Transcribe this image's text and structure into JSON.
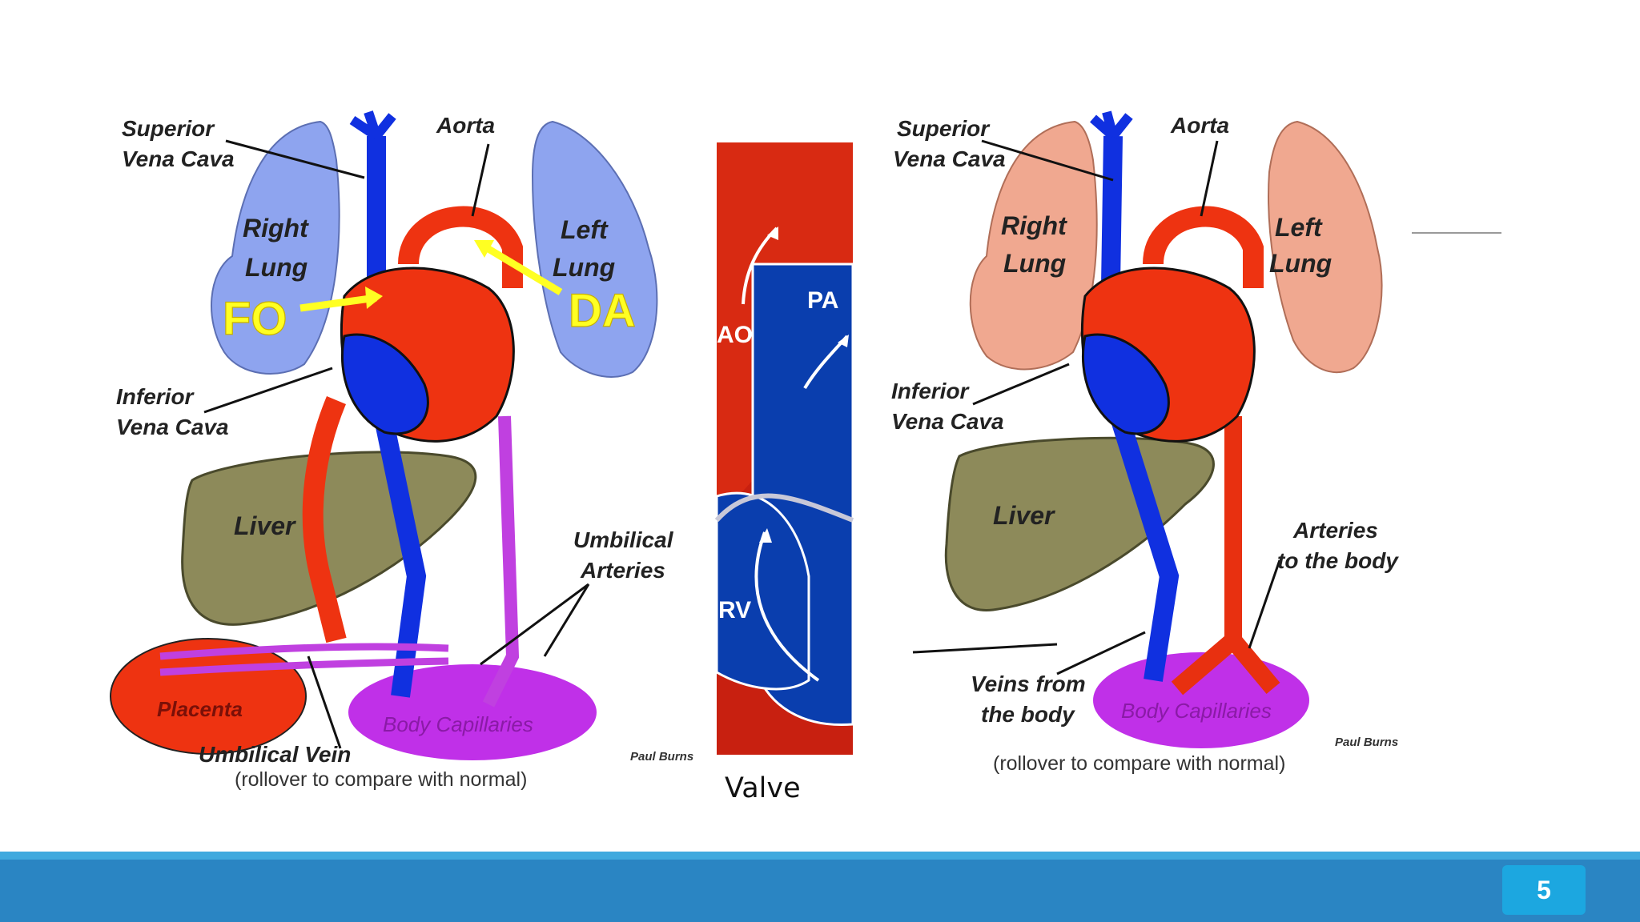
{
  "left_diagram": {
    "superior_vena_cava": [
      "Superior",
      "Vena Cava"
    ],
    "aorta": "Aorta",
    "right_lung": [
      "Right",
      "Lung"
    ],
    "left_lung": [
      "Left",
      "Lung"
    ],
    "fo": "FO",
    "da": "DA",
    "inferior_vena_cava": [
      "Inferior",
      "Vena Cava"
    ],
    "liver": "Liver",
    "umbilical_arteries": [
      "Umbilical",
      "Arteries"
    ],
    "placenta": "Placenta",
    "body_capillaries": "Body Capillaries",
    "umbilical_vein": "Umbilical Vein",
    "caption": "(rollover to compare with normal)",
    "credit": "Paul Burns"
  },
  "valve_diagram": {
    "ao": "AO",
    "pa": "PA",
    "rv": "RV",
    "caption": "Valve"
  },
  "right_diagram": {
    "superior_vena_cava": [
      "Superior",
      "Vena Cava"
    ],
    "aorta": "Aorta",
    "right_lung": [
      "Right",
      "Lung"
    ],
    "left_lung": [
      "Left",
      "Lung"
    ],
    "inferior_vena_cava": [
      "Inferior",
      "Vena Cava"
    ],
    "liver": "Liver",
    "arteries_to_body": [
      "Arteries",
      "to the body"
    ],
    "veins_from_body": [
      "Veins from",
      "the body"
    ],
    "body_capillaries": "Body Capillaries",
    "caption": "(rollover to compare with normal)",
    "credit": "Paul Burns"
  },
  "footer": {
    "page_number": "5"
  },
  "colors": {
    "blue_vessel": "#1030e0",
    "red_vessel": "#e83010",
    "purple_vessel": "#c040e0",
    "fetal_lung": "#8ea4ef",
    "normal_lung": "#f0a890",
    "liver": "#8d8a5a",
    "placenta": "#ee3311",
    "capillaries": "#c030e8",
    "annotation": "#ffff22",
    "footer_bar": "#2a85c3",
    "footer_strip": "#3fa9de",
    "badge": "#1ca7e0"
  }
}
